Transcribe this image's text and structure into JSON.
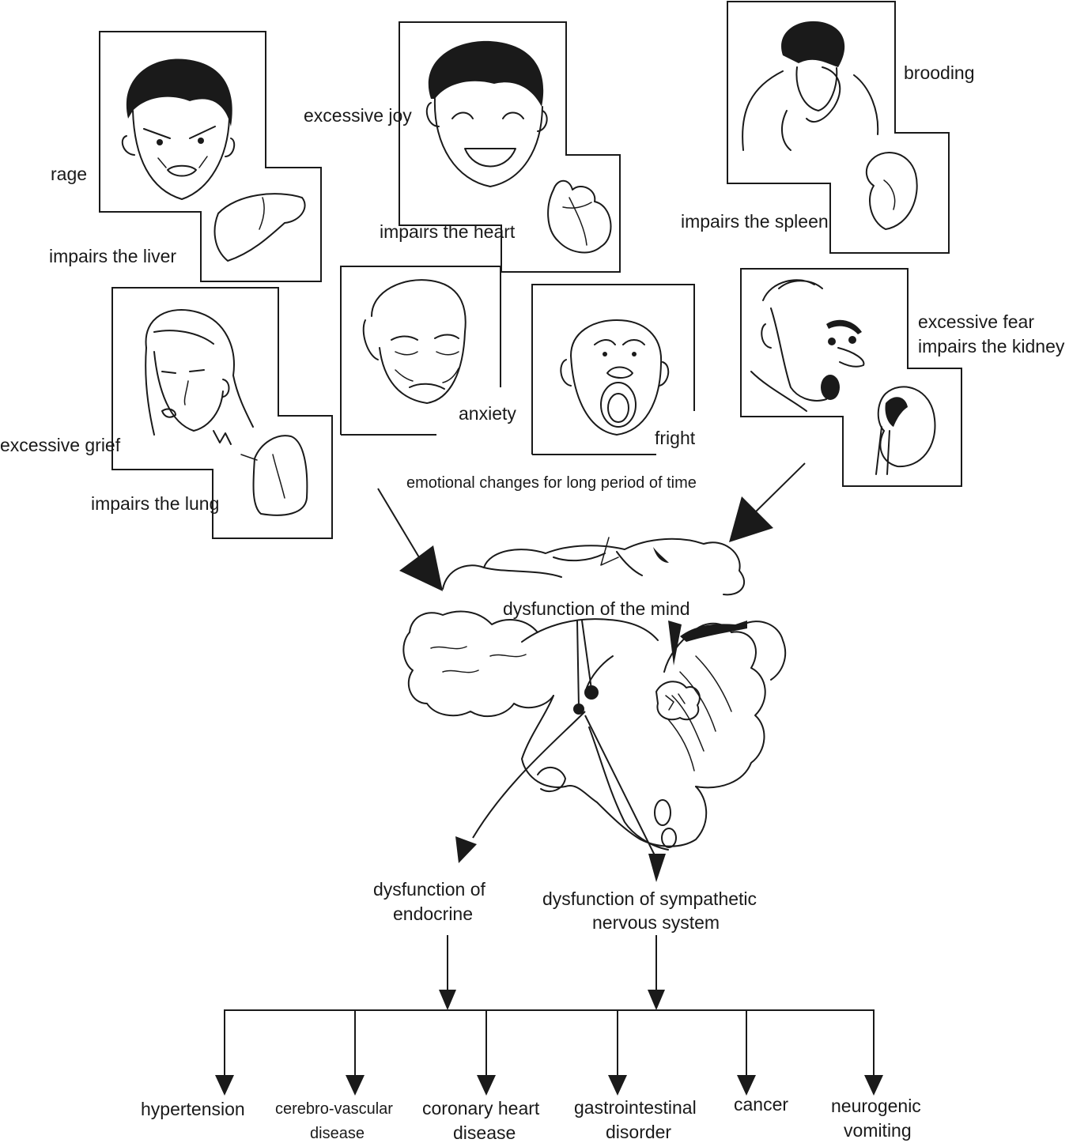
{
  "emotions": {
    "rage": "rage",
    "liver": "impairs the liver",
    "joy": "excessive joy",
    "heart": "impairs the heart",
    "brooding": "brooding",
    "spleen": "impairs the spleen",
    "grief": "excessive grief",
    "lung": "impairs the lung",
    "anxiety": "anxiety",
    "fright": "fright",
    "fear_line1": "excessive fear",
    "fear_line2": "impairs the kidney"
  },
  "middle": {
    "long_period": "emotional changes for long period of time",
    "mind": "dysfunction of the mind",
    "endocrine_line1": "dysfunction of",
    "endocrine_line2": "endocrine",
    "sympathetic_line1": "dysfunction of sympathetic",
    "sympathetic_line2": "nervous system"
  },
  "outcomes": {
    "hypertension": "hypertension",
    "cerebro_line1": "cerebro-vascular",
    "cerebro_line2": "disease",
    "coronary_line1": "coronary heart",
    "coronary_line2": "disease",
    "gastro_line1": "gastrointestinal",
    "gastro_line2": "disorder",
    "cancer": "cancer",
    "neuro_line1": "neurogenic",
    "neuro_line2": "vomiting"
  }
}
